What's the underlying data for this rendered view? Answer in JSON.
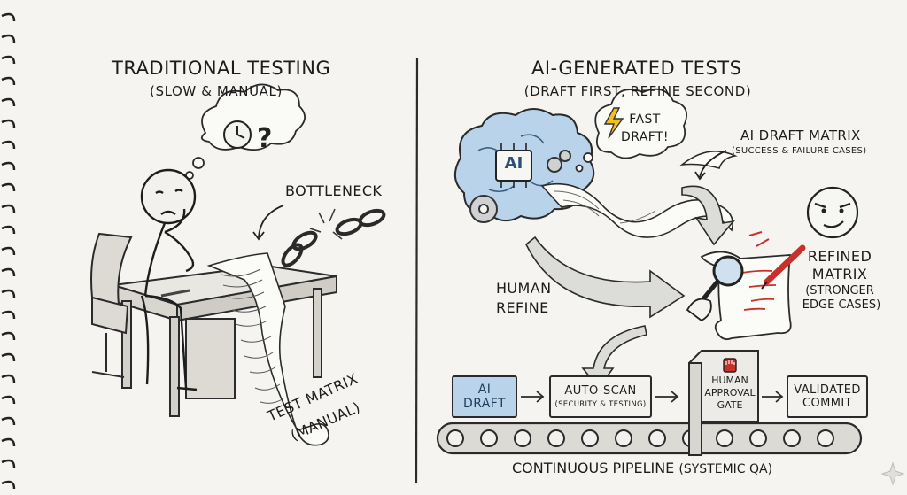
{
  "left": {
    "title": "TRADITIONAL TESTING",
    "subtitle": "(SLOW & MANUAL)",
    "bottleneck_label": "BOTTLENECK",
    "matrix_label_1": "TEST MATRIX",
    "matrix_label_2": "(MANUAL)"
  },
  "right": {
    "title": "AI-GENERATED TESTS",
    "subtitle": "(DRAFT FIRST, REFINE SECOND)",
    "ai_chip": "AI",
    "fast_draft_1": "FAST",
    "fast_draft_2": "DRAFT!",
    "draft_matrix_title": "AI DRAFT MATRIX",
    "draft_matrix_sub": "(SUCCESS & FAILURE CASES)",
    "human_refine_1": "HUMAN",
    "human_refine_2": "REFINE",
    "refined_1": "REFINED",
    "refined_2": "MATRIX",
    "refined_3": "(STRONGER",
    "refined_4": "EDGE CASES)"
  },
  "pipeline": {
    "stages": [
      {
        "line1": "AI",
        "line2": "DRAFT"
      },
      {
        "line1": "AUTO-SCAN",
        "line2": "(SECURITY & TESTING)"
      },
      {
        "line1": "HUMAN",
        "line2": "APPROVAL",
        "line3": "GATE"
      },
      {
        "line1": "VALIDATED",
        "line2": "COMMIT"
      }
    ],
    "caption": "CONTINUOUS PIPELINE",
    "caption_sub": "(SYSTEMIC QA)"
  },
  "colors": {
    "paper": "#f5f4f0",
    "ink": "#1d1d1d",
    "ai_blue": "#b9d3ea",
    "red_accent": "#c8302a",
    "lightning": "#f2c21c"
  }
}
